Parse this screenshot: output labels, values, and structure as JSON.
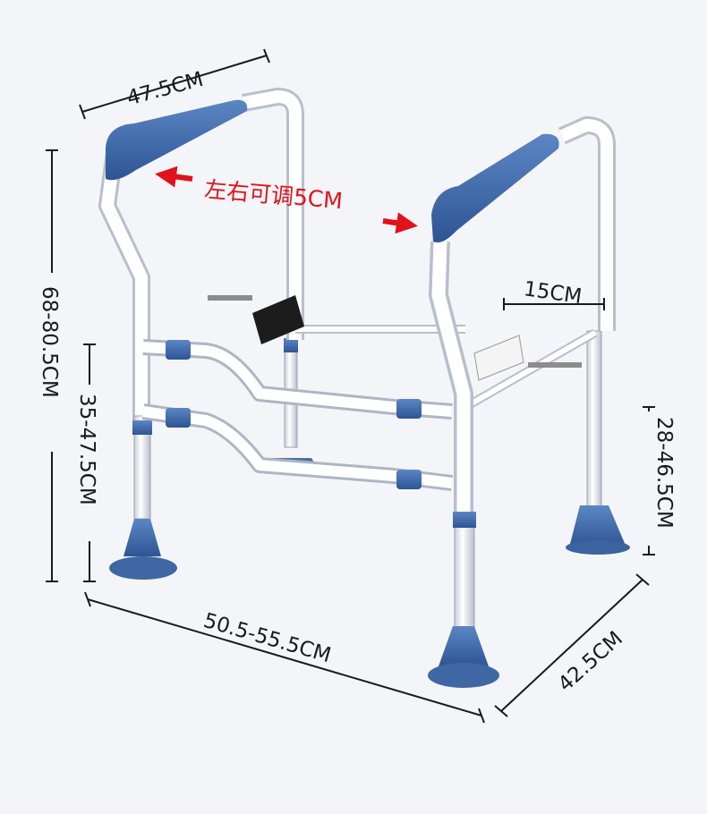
{
  "labels": {
    "top_width": "47.5CM",
    "adjust_note": "左右可调5CM",
    "pad_width": "15CM",
    "total_height": "68-80.5CM",
    "arm_height": "35-47.5CM",
    "leg_height": "28-46.5CM",
    "base_width": "50.5-55.5CM",
    "depth": "42.5CM"
  },
  "colors": {
    "background": "#f3f5f9",
    "frame": "#ffffff",
    "accent_blue": "#3a66a8",
    "note_red": "#e1121a",
    "dim_line": "#1a1a1a"
  }
}
